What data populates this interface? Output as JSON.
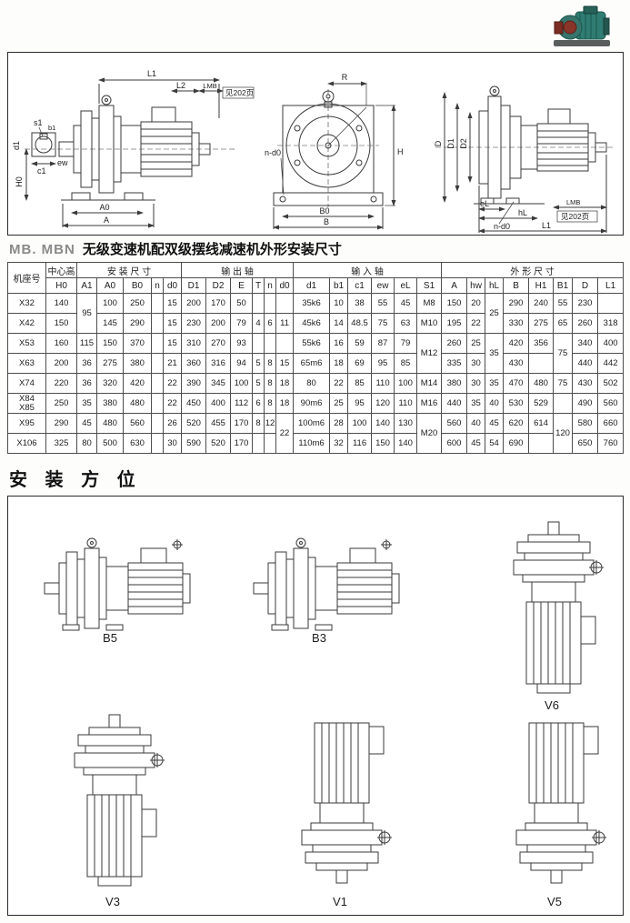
{
  "title": {
    "prefix": "MB. MBN",
    "text": "无级变速机配双级摆线减速机外形安装尺寸"
  },
  "section": {
    "title": "安 装 方 位"
  },
  "drawings": {
    "left": {
      "l1": "L1",
      "l2": "L2",
      "lmb": "LMB",
      "see": "见202页",
      "s1": "s1",
      "d1": "d1",
      "b1": "b1",
      "c1": "c1",
      "ew": "ew",
      "h0": "H0",
      "a0": "A0",
      "a": "A"
    },
    "middle": {
      "r": "R",
      "h": "H",
      "nd0": "n-d0",
      "b0": "B0",
      "b": "B"
    },
    "right": {
      "d": "D",
      "d1": "D1",
      "d2": "D2",
      "el": "eL",
      "nd0": "n-d0",
      "hl": "hL",
      "l1": "L1",
      "lmb": "LMB",
      "see": "见202页"
    }
  },
  "table": {
    "header": {
      "frame": "机座号",
      "groups": [
        {
          "label": "中心高",
          "cols": [
            "H0"
          ]
        },
        {
          "label": "安 装 尺 寸",
          "cols": [
            "A1",
            "A0",
            "B0",
            "n",
            "d0"
          ]
        },
        {
          "label": "输  出  轴",
          "cols": [
            "D1",
            "D2",
            "E",
            "T",
            "n",
            "d0"
          ]
        },
        {
          "label": "输  入  轴",
          "cols": [
            "d1",
            "b1",
            "c1",
            "ew",
            "eL",
            "S1"
          ]
        },
        {
          "label": "外  形  尺  寸",
          "cols": [
            "A",
            "hw",
            "hL",
            "B",
            "H1",
            "B1",
            "D",
            "L1"
          ]
        }
      ]
    },
    "rows": [
      {
        "frame": "X32",
        "cells": [
          {
            "v": "140"
          },
          {
            "v": "95",
            "rs": 2
          },
          {
            "v": "100"
          },
          {
            "v": "250"
          },
          {
            "v": ""
          },
          {
            "v": "15"
          },
          {
            "v": "200"
          },
          {
            "v": "170"
          },
          {
            "v": "50"
          },
          {
            "v": ""
          },
          {
            "v": ""
          },
          {
            "v": ""
          },
          {
            "v": "35k6"
          },
          {
            "v": "10"
          },
          {
            "v": "38"
          },
          {
            "v": "55"
          },
          {
            "v": "45"
          },
          {
            "v": "M8"
          },
          {
            "v": "150"
          },
          {
            "v": "20"
          },
          {
            "v": "25",
            "rs": 2
          },
          {
            "v": "290"
          },
          {
            "v": "240"
          },
          {
            "v": "55"
          },
          {
            "v": "230"
          },
          {
            "v": ""
          }
        ]
      },
      {
        "frame": "X42",
        "cells": [
          {
            "v": "150"
          },
          {
            "v": "145"
          },
          {
            "v": "290"
          },
          {
            "v": ""
          },
          {
            "v": "15"
          },
          {
            "v": "230"
          },
          {
            "v": "200"
          },
          {
            "v": "79"
          },
          {
            "v": "4"
          },
          {
            "v": "6"
          },
          {
            "v": "11"
          },
          {
            "v": "45k6"
          },
          {
            "v": "14"
          },
          {
            "v": "48.5"
          },
          {
            "v": "75"
          },
          {
            "v": "63"
          },
          {
            "v": "M10"
          },
          {
            "v": "195"
          },
          {
            "v": "22"
          },
          {
            "v": "330"
          },
          {
            "v": "275"
          },
          {
            "v": "65"
          },
          {
            "v": "260"
          },
          {
            "v": "318"
          }
        ]
      },
      {
        "frame": "X53",
        "cells": [
          {
            "v": "160"
          },
          {
            "v": "115"
          },
          {
            "v": "150"
          },
          {
            "v": "370"
          },
          {
            "v": ""
          },
          {
            "v": "15"
          },
          {
            "v": "310"
          },
          {
            "v": "270"
          },
          {
            "v": "93"
          },
          {
            "v": ""
          },
          {
            "v": ""
          },
          {
            "v": ""
          },
          {
            "v": "55k6"
          },
          {
            "v": "16"
          },
          {
            "v": "59"
          },
          {
            "v": "87"
          },
          {
            "v": "79"
          },
          {
            "v": "M12",
            "rs": 2
          },
          {
            "v": "260"
          },
          {
            "v": "25"
          },
          {
            "v": "35",
            "rs": 2
          },
          {
            "v": "420"
          },
          {
            "v": "356"
          },
          {
            "v": "75",
            "rs": 2
          },
          {
            "v": "340"
          },
          {
            "v": "400"
          }
        ]
      },
      {
        "frame": "X63",
        "cells": [
          {
            "v": "200"
          },
          {
            "v": "36"
          },
          {
            "v": "275"
          },
          {
            "v": "380"
          },
          {
            "v": ""
          },
          {
            "v": "21"
          },
          {
            "v": "360"
          },
          {
            "v": "316"
          },
          {
            "v": "94"
          },
          {
            "v": "5"
          },
          {
            "v": "8"
          },
          {
            "v": "15"
          },
          {
            "v": "65m6"
          },
          {
            "v": "18"
          },
          {
            "v": "69"
          },
          {
            "v": "95"
          },
          {
            "v": "85"
          },
          {
            "v": "335"
          },
          {
            "v": "30"
          },
          {
            "v": "430"
          },
          {
            "v": ""
          },
          {
            "v": "440"
          },
          {
            "v": "442"
          }
        ]
      },
      {
        "frame": "X74",
        "cells": [
          {
            "v": "220"
          },
          {
            "v": "36"
          },
          {
            "v": "320"
          },
          {
            "v": "420"
          },
          {
            "v": ""
          },
          {
            "v": "22"
          },
          {
            "v": "390"
          },
          {
            "v": "345"
          },
          {
            "v": "100"
          },
          {
            "v": "5"
          },
          {
            "v": "8"
          },
          {
            "v": "18"
          },
          {
            "v": "80"
          },
          {
            "v": "22"
          },
          {
            "v": "85"
          },
          {
            "v": "110"
          },
          {
            "v": "100"
          },
          {
            "v": "M14"
          },
          {
            "v": "380"
          },
          {
            "v": "30"
          },
          {
            "v": "35"
          },
          {
            "v": "470"
          },
          {
            "v": "480"
          },
          {
            "v": "75"
          },
          {
            "v": "430"
          },
          {
            "v": "502"
          }
        ]
      },
      {
        "frame": "X84\nX85",
        "cells": [
          {
            "v": "250"
          },
          {
            "v": "35"
          },
          {
            "v": "380"
          },
          {
            "v": "480"
          },
          {
            "v": ""
          },
          {
            "v": "22"
          },
          {
            "v": "450"
          },
          {
            "v": "400"
          },
          {
            "v": "112"
          },
          {
            "v": "6"
          },
          {
            "v": "8"
          },
          {
            "v": "18"
          },
          {
            "v": "90m6"
          },
          {
            "v": "25"
          },
          {
            "v": "95"
          },
          {
            "v": "120"
          },
          {
            "v": "110"
          },
          {
            "v": "M16"
          },
          {
            "v": "440"
          },
          {
            "v": "35"
          },
          {
            "v": "40"
          },
          {
            "v": "530"
          },
          {
            "v": "529"
          },
          {
            "v": ""
          },
          {
            "v": "490"
          },
          {
            "v": "560"
          }
        ]
      },
      {
        "frame": "X95",
        "cells": [
          {
            "v": "290"
          },
          {
            "v": "45"
          },
          {
            "v": "480"
          },
          {
            "v": "560"
          },
          {
            "v": ""
          },
          {
            "v": "26"
          },
          {
            "v": "520"
          },
          {
            "v": "455"
          },
          {
            "v": "170"
          },
          {
            "v": "8"
          },
          {
            "v": "12"
          },
          {
            "v": "22",
            "rs": 2
          },
          {
            "v": "100m6"
          },
          {
            "v": "28"
          },
          {
            "v": "100"
          },
          {
            "v": "140"
          },
          {
            "v": "130"
          },
          {
            "v": "M20",
            "rs": 2
          },
          {
            "v": "560"
          },
          {
            "v": "40"
          },
          {
            "v": "45"
          },
          {
            "v": "620"
          },
          {
            "v": "614"
          },
          {
            "v": "120",
            "rs": 2
          },
          {
            "v": "580"
          },
          {
            "v": "660"
          }
        ]
      },
      {
        "frame": "X106",
        "cells": [
          {
            "v": "325"
          },
          {
            "v": "80"
          },
          {
            "v": "500"
          },
          {
            "v": "630"
          },
          {
            "v": ""
          },
          {
            "v": "30"
          },
          {
            "v": "590"
          },
          {
            "v": "520"
          },
          {
            "v": "170"
          },
          {
            "v": ""
          },
          {
            "v": ""
          },
          {
            "v": "110m6"
          },
          {
            "v": "32"
          },
          {
            "v": "116"
          },
          {
            "v": "150"
          },
          {
            "v": "140"
          },
          {
            "v": "600"
          },
          {
            "v": "45"
          },
          {
            "v": "54"
          },
          {
            "v": "690"
          },
          {
            "v": ""
          },
          {
            "v": "650"
          },
          {
            "v": "760"
          }
        ]
      }
    ]
  },
  "positions": [
    "B5",
    "B3",
    "V6",
    "V3",
    "V1",
    "V5"
  ]
}
